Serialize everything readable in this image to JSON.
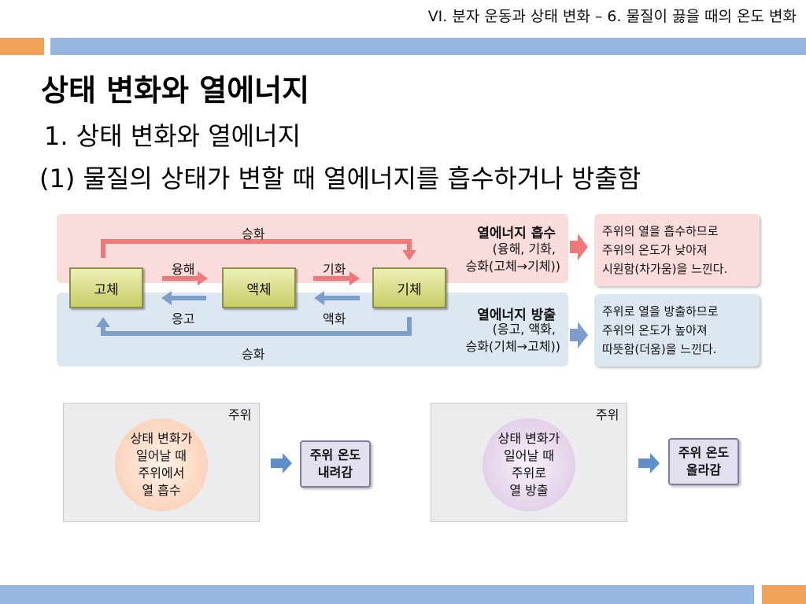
{
  "header": {
    "breadcrumb": "VI. 분자 운동과 상태 변화 – 6. 물질이 끓을 때의 온도 변화"
  },
  "title": "상태 변화와 열에너지",
  "subtitle1": "1. 상태 변화와 열에너지",
  "subtitle2": "(1) 물질의 상태가 변할 때 열에너지를 흡수하거나 방출함",
  "diagram": {
    "states": {
      "solid": "고체",
      "liquid": "액체",
      "gas": "기체"
    },
    "labels": {
      "sublimation_top": "승화",
      "melting": "융해",
      "vaporization": "기화",
      "solidification": "응고",
      "liquefaction": "액화",
      "sublimation_bottom": "승화"
    },
    "absorb": {
      "title": "열에너지 흡수",
      "line1": "(융해, 기화,",
      "line2": "승화(고체→기체))"
    },
    "release": {
      "title": "열에너지 방출",
      "line1": "(응고, 액화,",
      "line2": "승화(기체→고체))"
    },
    "absorb_effect": {
      "line1": "주위의 열을 흡수하므로",
      "line2": "주위의 온도가 낮아져",
      "line3": "시원함(차가움)을 느낀다."
    },
    "release_effect": {
      "line1": "주위로 열을 방출하므로",
      "line2": "주위의 온도가 높아져",
      "line3": "따뜻함(더움)을 느낀다."
    }
  },
  "panels": {
    "absorb": {
      "surround": "주위",
      "line1": "상태 변화가",
      "line2": "일어날 때",
      "line3": "주위에서",
      "line4": "열 흡수",
      "result1": "주위 온도",
      "result2": "내려감"
    },
    "release": {
      "surround": "주위",
      "line1": "상태 변화가",
      "line2": "일어날 때",
      "line3": "주위로",
      "line4": "열 방출",
      "result1": "주위 온도",
      "result2": "올라감"
    }
  },
  "colors": {
    "accent_orange": "#f2a15a",
    "accent_blue": "#95b6df",
    "absorb_arrow": "#ef7878",
    "release_arrow": "#7d9ec8",
    "heat_arrow": "#e0322c"
  }
}
